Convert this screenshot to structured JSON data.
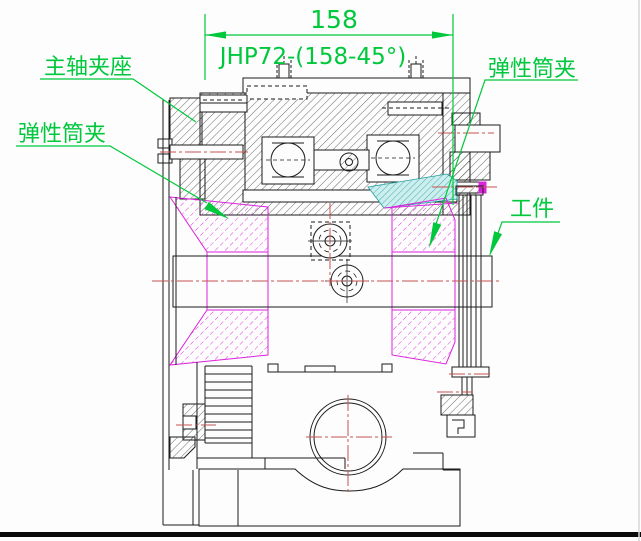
{
  "drawing": {
    "dimension": {
      "value": "158",
      "model": "JHP72-(158-45°)"
    },
    "labels": {
      "spindle_clamp_seat": "主轴夹座",
      "collet_left": "弹性筒夹",
      "collet_right": "弹性筒夹",
      "workpiece": "工件"
    },
    "colors": {
      "annotation_green": "#00c83c",
      "centerline_red": "#c65353",
      "collet_magenta": "#dd22dd",
      "taper_cyan_fill": "#cdeeee",
      "taper_cyan_line": "#1f9d9d",
      "line_black": "#1b1b1b",
      "background": "#fdfdfd"
    }
  }
}
